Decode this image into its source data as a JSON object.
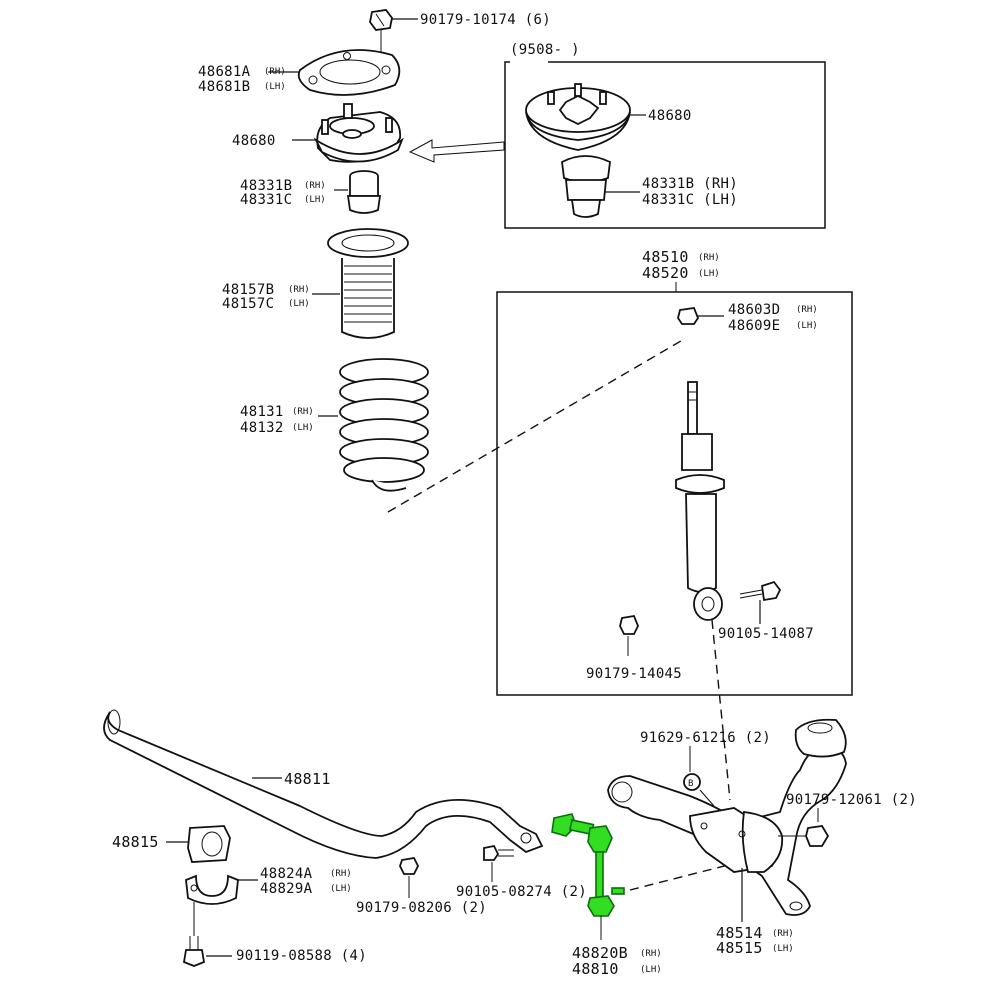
{
  "highlight_color": "#33dd22",
  "labels": {
    "nut_top": "90179-10174 (6)",
    "inset_header": "(9508-     )",
    "seal_rh": "48681A",
    "seal_lh": "48681B",
    "support_main": "48680",
    "support_inset": "48680",
    "bumper_rh": "48331B",
    "bumper_lh": "48331C",
    "bumper_inset_rh": "48331B (RH)",
    "bumper_inset_lh": "48331C (LH)",
    "boot_rh": "48157B",
    "boot_lh": "48157C",
    "spring_rh": "48131",
    "spring_lh": "48132",
    "absorber_rh": "48510",
    "absorber_lh": "48520",
    "cushion_rh": "48603D",
    "cushion_lh": "48609E",
    "bolt_lower": "90105-14087",
    "nut_lower": "90179-14045",
    "stabilizer_bar": "48811",
    "bushing": "48815",
    "bracket_rh": "48824A",
    "bracket_lh": "48829A",
    "nut_bar": "90179-08206 (2)",
    "bolt_bar": "90105-08274 (2)",
    "bolt_bracket": "90119-08588 (4)",
    "bolt_arm": "91629-61216 (2)",
    "nut_arm": "90179-12061 (2)",
    "arm_rh": "48514",
    "arm_lh": "48515",
    "link_rh": "48820B",
    "link_lh": "48810"
  },
  "side_tags": {
    "rh": "(RH)",
    "lh": "(LH)"
  },
  "nut_bar_marker": "B"
}
